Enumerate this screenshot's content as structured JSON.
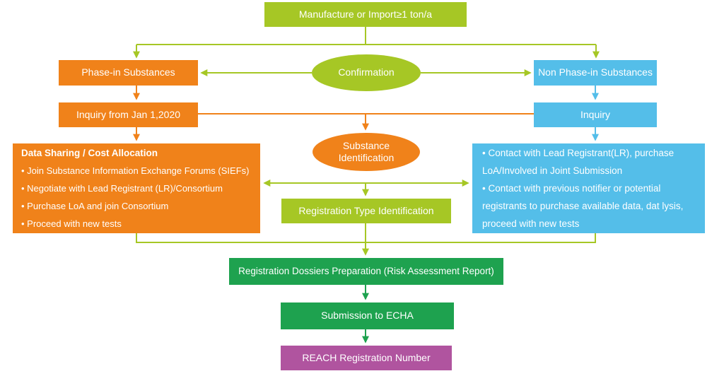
{
  "flowchart": {
    "title_box": {
      "label": "Manufacture or Import≥1 ton/a"
    },
    "left_column": {
      "phase_in": "Phase-in Substances",
      "inquiry": "Inquiry from Jan 1,2020",
      "data_sharing": {
        "title": "Data Sharing / Cost Allocation",
        "bullets": [
          "• Join Substance Information Exchange Forums (SIEFs)",
          "• Negotiate with Lead Registrant (LR)/Consortium",
          "• Purchase LoA and join Consortium",
          "• Proceed with new tests"
        ]
      }
    },
    "center_column": {
      "confirmation": "Confirmation",
      "substance_identification": "Substance Identification",
      "registration_type": "Registration Type Identification",
      "dossiers": "Registration Dossiers Preparation (Risk Assessment Report)",
      "submission": "Submission to ECHA",
      "reach_number": "REACH Registration Number"
    },
    "right_column": {
      "non_phase_in": "Non Phase-in Substances",
      "inquiry": "Inquiry",
      "contact": {
        "bullets": [
          "• Contact with Lead Registrant(LR), purchase LoA/Involved in Joint Submission",
          "• Contact with previous notifier or potential registrants to purchase available data, dat lysis, proceed with new tests"
        ]
      }
    },
    "colors": {
      "yellow_green": "#a6c725",
      "orange": "#f0821a",
      "blue": "#54bee9",
      "dark_green": "#1ea24f",
      "purple": "#b0549f"
    }
  }
}
